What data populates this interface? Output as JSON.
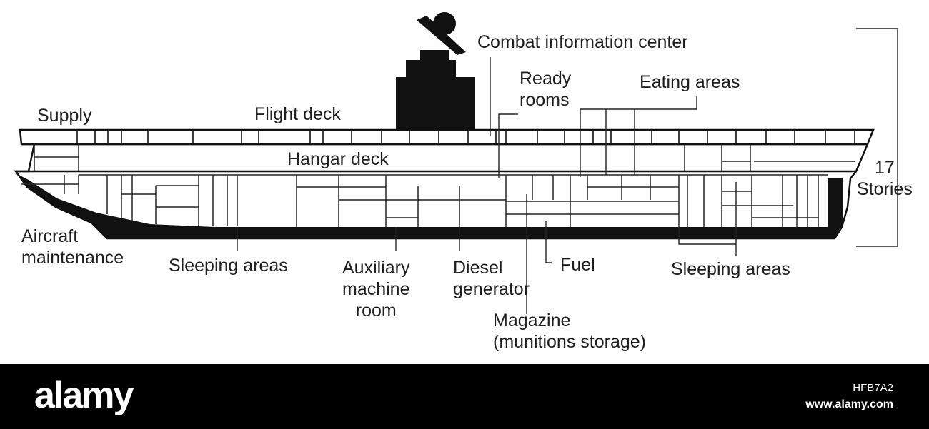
{
  "diagram": {
    "labels": {
      "combat_info": "Combat information center",
      "ready_rooms": "Ready\nrooms",
      "eating_areas": "Eating areas",
      "supply": "Supply",
      "flight_deck": "Flight deck",
      "hangar_deck": "Hangar deck",
      "stories": "17\nStories",
      "aircraft_maintenance": "Aircraft\nmaintenance",
      "sleeping_areas_left": "Sleeping areas",
      "auxiliary_machine_room": "Auxiliary\nmachine\nroom",
      "diesel_generator": "Diesel\ngenerator",
      "fuel": "Fuel",
      "sleeping_areas_right": "Sleeping areas",
      "magazine": "Magazine\n(munitions storage)"
    }
  },
  "footer": {
    "brand": "alamy",
    "image_id": "HFB7A2",
    "site": "www.alamy.com"
  }
}
